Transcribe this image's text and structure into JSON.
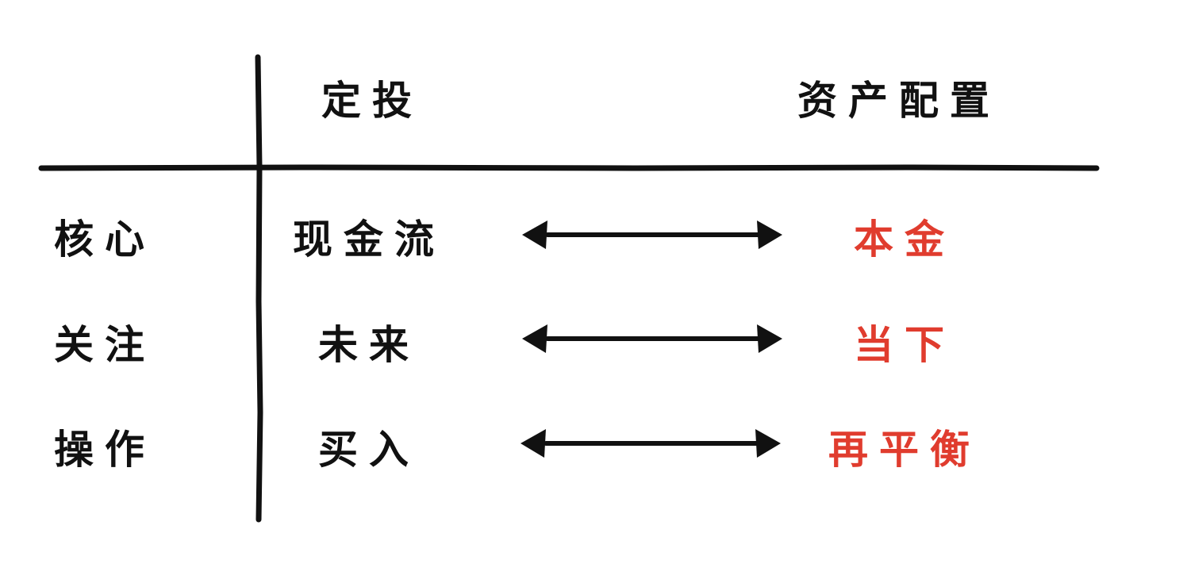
{
  "table": {
    "header": {
      "left_col": "定投",
      "right_col": "资产配置"
    },
    "rows": [
      {
        "label": "核心",
        "left": "现金流",
        "right": "本金"
      },
      {
        "label": "关注",
        "left": "未来",
        "right": "当下"
      },
      {
        "label": "操作",
        "left": "买入",
        "right": "再平衡"
      }
    ]
  },
  "colors": {
    "ink": "#111111",
    "accent": "#e03c2e",
    "background": "#ffffff"
  },
  "icons": {
    "row_connector": "double-headed-arrow-icon"
  }
}
